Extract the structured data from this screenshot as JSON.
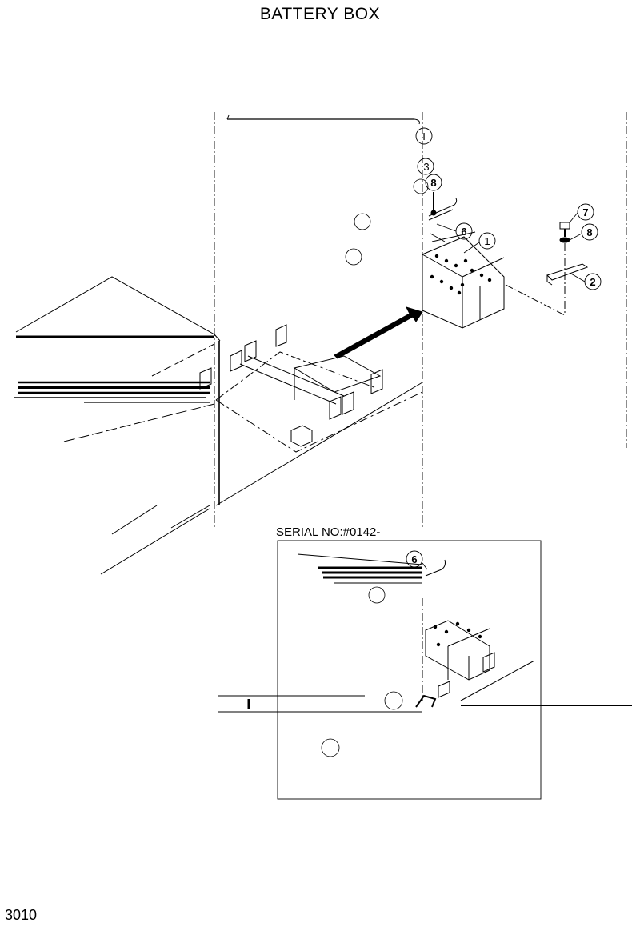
{
  "page": {
    "title": "BATTERY BOX",
    "page_number": "3010",
    "serial_note": "SERIAL NO:#0142-"
  },
  "callouts": {
    "main": [
      "I",
      "3",
      "8",
      "6",
      "1",
      "7",
      "8",
      "2"
    ],
    "inset": [
      "6"
    ]
  }
}
